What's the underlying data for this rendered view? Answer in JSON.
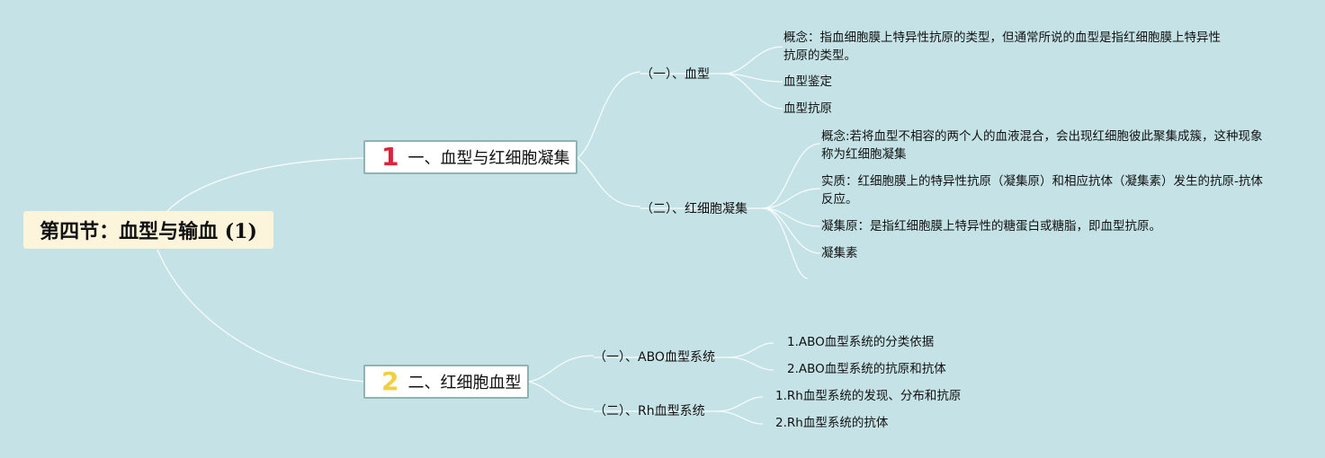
{
  "root": {
    "title": "第四节：血型与输血 (1)"
  },
  "branches": [
    {
      "number": "1",
      "number_color": "#e0213a",
      "label": "一、血型与红细胞凝集",
      "children": [
        {
          "label": "（一）、血型",
          "leaves": [
            "概念：指血细胞膜上特异性抗原的类型，但通常所说的血型是指红细胞膜上特异性抗原的类型。",
            "血型鉴定",
            "血型抗原"
          ]
        },
        {
          "label": "（二）、红细胞凝集",
          "leaves": [
            "概念:若将血型不相容的两个人的血液混合，会出现红细胞彼此聚集成簇，这种现象称为红细胞凝集",
            "实质：红细胞膜上的特异性抗原（凝集原）和相应抗体（凝集素）发生的抗原-抗体反应。",
            "凝集原：是指红细胞膜上特异性的糖蛋白或糖脂，即血型抗原。",
            "凝集素"
          ]
        }
      ]
    },
    {
      "number": "2",
      "number_color": "#f2cf3c",
      "label": "二、红细胞血型",
      "children": [
        {
          "label": "（一）、ABO血型系统",
          "leaves": [
            "1.ABO血型系统的分类依据",
            "2.ABO血型系统的抗原和抗体"
          ]
        },
        {
          "label": "（二）、Rh血型系统",
          "leaves": [
            "1.Rh血型系统的发现、分布和抗原",
            "2.Rh血型系统的抗体"
          ]
        }
      ]
    }
  ]
}
